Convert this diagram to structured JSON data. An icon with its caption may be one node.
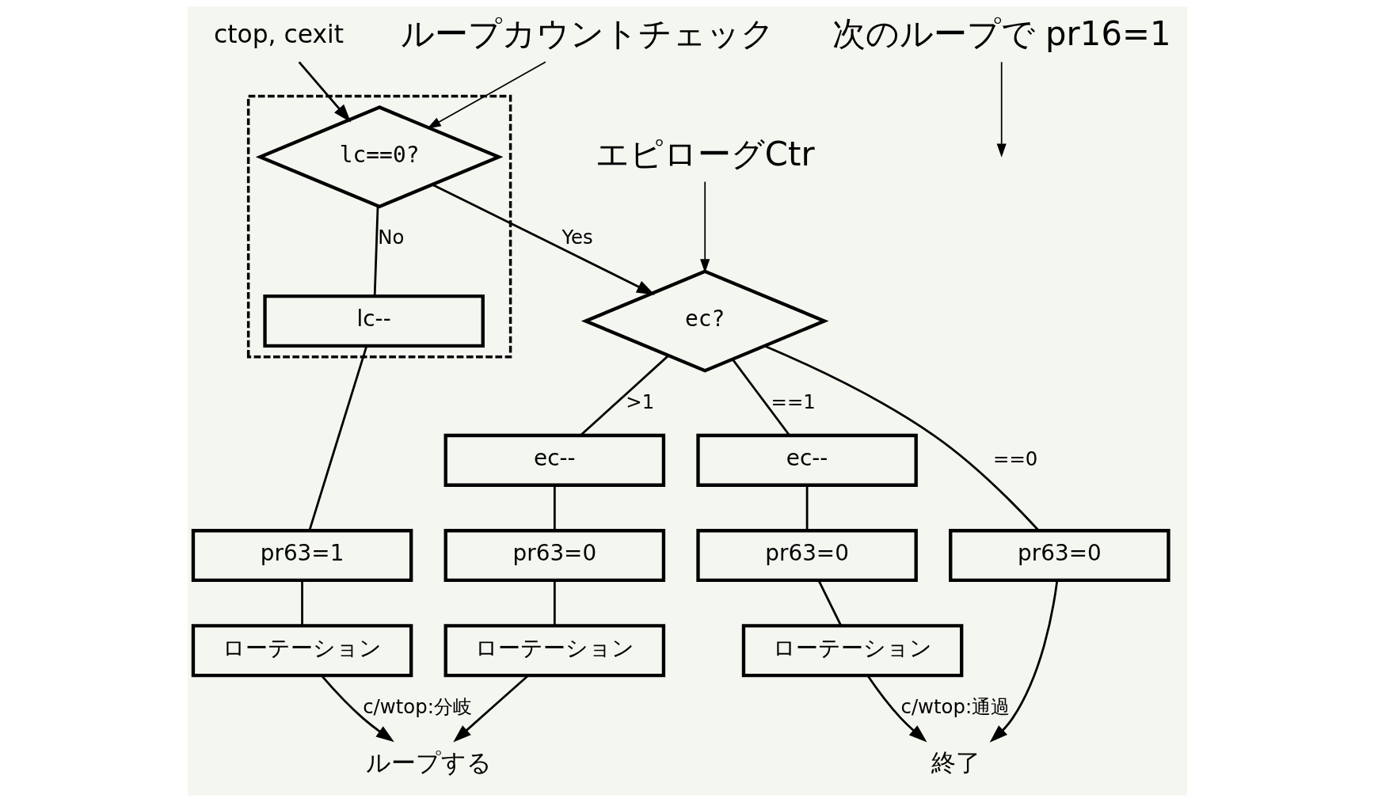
{
  "diagram": {
    "nodes": [
      {
        "text": [
          "ctop, cexit"
        ]
      },
      {
        "text": [],
        "shape": "box"
      },
      {
        "text": [
          "lc==0?"
        ],
        "in": 1
      },
      {
        "text": [
          "lc--"
        ],
        "in": 1
      },
      {
        "text": [
          "ループカウントチェック"
        ]
      },
      {
        "text": [
          "ec?"
        ]
      },
      {
        "text": [
          "エピローグCtr"
        ]
      },
      {
        "text": [
          "ec--"
        ]
      },
      {
        "text": [
          "ec--"
        ]
      },
      {
        "text": [
          "pr63=1"
        ]
      },
      {
        "text": [
          "pr63=0"
        ]
      },
      {
        "text": [
          "pr63=0"
        ]
      },
      {
        "text": [
          "pr63=0"
        ]
      },
      {
        "text": [
          "ローテーション"
        ]
      },
      {
        "text": [
          "ローテーション"
        ]
      },
      {
        "text": [
          "ローテーション"
        ]
      },
      {
        "text": [
          "次のループで pr16=1"
        ]
      },
      {
        "text": [
          "ループする"
        ]
      },
      {
        "text": [
          "終了"
        ]
      }
    ],
    "edges": [
      {
        "from": 0,
        "to": 2,
        "arrow": "to"
      },
      {
        "from": 2,
        "to": 5,
        "arrow": "to",
        "label": "Yes"
      },
      {
        "from": 2,
        "to": 3,
        "arrow": "none",
        "label": "No"
      },
      {
        "from": 3,
        "to": 9,
        "arrow": "none"
      },
      {
        "from": 9,
        "to": 13,
        "arrow": "none"
      },
      {
        "from": 13,
        "to": 17,
        "arrow": "to",
        "label": "c/wtop:分岐"
      },
      {
        "from": 5,
        "to": 7,
        "arrow": "none",
        "label": ">1"
      },
      {
        "from": 7,
        "to": 10,
        "arrow": "none"
      },
      {
        "from": 10,
        "to": 14,
        "arrow": "none"
      },
      {
        "from": 14,
        "to": 17,
        "arrow": "to"
      },
      {
        "from": 5,
        "to": 8,
        "arrow": "none",
        "label": "==1"
      },
      {
        "from": 8,
        "to": 11,
        "arrow": "none"
      },
      {
        "from": 11,
        "to": 15,
        "arrow": "none"
      },
      {
        "from": 15,
        "to": 18,
        "arrow": "to",
        "label": "c/wtop:通過"
      },
      {
        "from": 5,
        "to": 12,
        "arrow": "none",
        "label": "==0"
      },
      {
        "from": 12,
        "to": 18,
        "arrow": "to"
      },
      {
        "from": 4,
        "to": 2,
        "arrow": "to"
      },
      {
        "from": 6,
        "to": 5,
        "arrow": "to"
      },
      {
        "from": 16,
        "to": null,
        "arrow": "to"
      }
    ]
  }
}
